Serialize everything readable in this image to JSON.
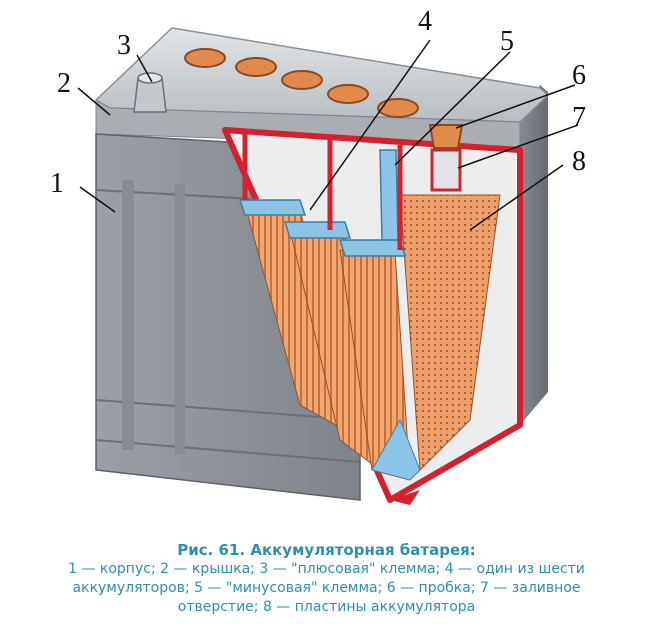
{
  "callouts": [
    "1",
    "2",
    "3",
    "4",
    "5",
    "6",
    "7",
    "8"
  ],
  "caption": {
    "title": "Рис. 61. Аккумуляторная батарея:",
    "line1": "1 — корпус; 2 — крышка; 3 — \"плюсовая\" клемма; 4 — один из шести",
    "line2": "аккумуляторов; 5 — \"минусовая\" клемма; 6 — пробка; 7 — заливное",
    "line3": "отверстие; 8 — пластины аккумулятора"
  },
  "colors": {
    "case": "#8e9499",
    "case_dark": "#6f757a",
    "lid": "#c9ced1",
    "cut_red": "#d4202f",
    "plate_orange": "#f0a26e",
    "terminal_blue": "#8cc4e6",
    "caption_blue": "#2e8fb0"
  }
}
